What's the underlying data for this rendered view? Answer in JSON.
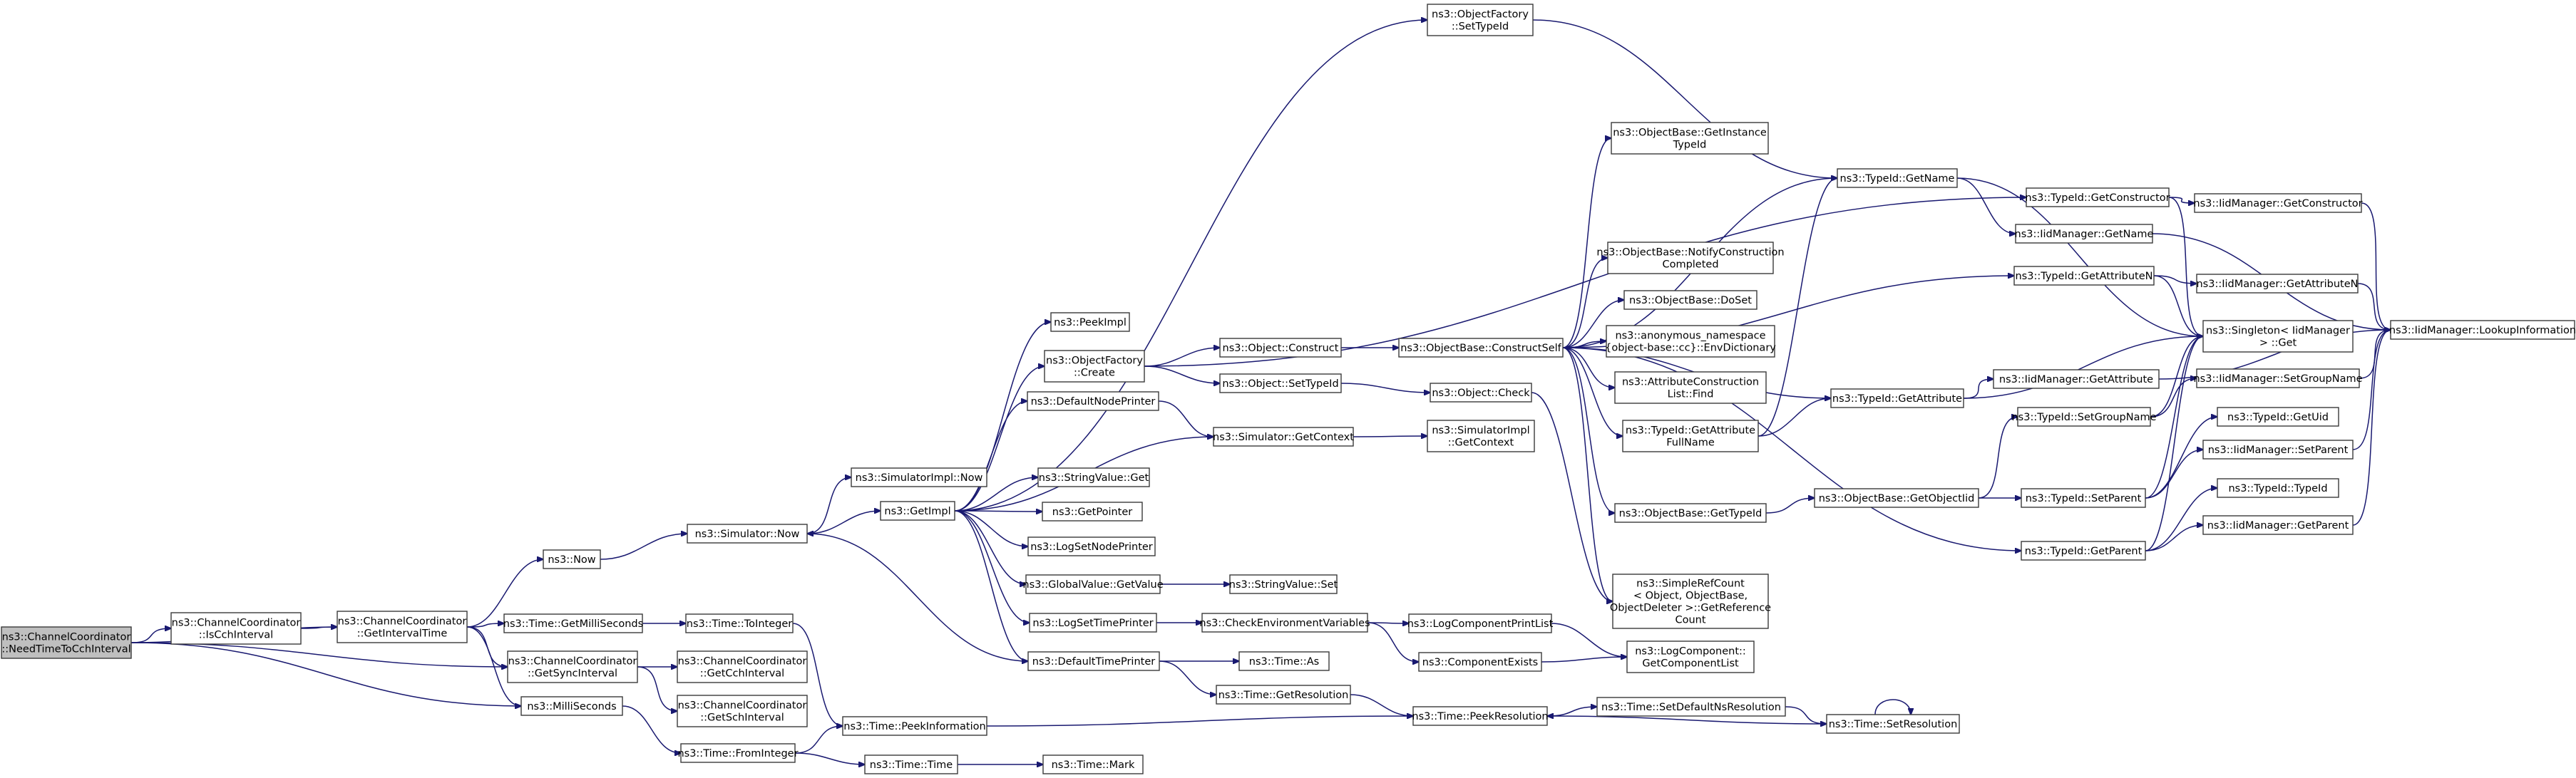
{
  "colors": {
    "edge": "#191970",
    "root_fill": "#bfbfbf",
    "node_fill": "#ffffff",
    "node_border": "#3a3a3a"
  },
  "nodes": [
    {
      "id": "n_need",
      "lines": [
        "ns3::ChannelCoordinator",
        "::NeedTimeToCchInterval"
      ],
      "root": true
    },
    {
      "id": "n_iscch",
      "lines": [
        "ns3::ChannelCoordinator",
        "::IsCchInterval"
      ]
    },
    {
      "id": "n_getinttime",
      "lines": [
        "ns3::ChannelCoordinator",
        "::GetIntervalTime"
      ]
    },
    {
      "id": "n_now",
      "lines": [
        "ns3::Now"
      ]
    },
    {
      "id": "n_timems",
      "lines": [
        "ns3::Time::GetMilliSeconds"
      ]
    },
    {
      "id": "n_getsync",
      "lines": [
        "ns3::ChannelCoordinator",
        "::GetSyncInterval"
      ]
    },
    {
      "id": "n_millisec",
      "lines": [
        "ns3::MilliSeconds"
      ]
    },
    {
      "id": "n_siminow",
      "lines": [
        "ns3::SimulatorImpl::Now"
      ]
    },
    {
      "id": "n_simnow",
      "lines": [
        "ns3::Simulator::Now"
      ]
    },
    {
      "id": "n_tointeger",
      "lines": [
        "ns3::Time::ToInteger"
      ]
    },
    {
      "id": "n_getcch",
      "lines": [
        "ns3::ChannelCoordinator",
        "::GetCchInterval"
      ]
    },
    {
      "id": "n_getsch",
      "lines": [
        "ns3::ChannelCoordinator",
        "::GetSchInterval"
      ]
    },
    {
      "id": "n_frominteger",
      "lines": [
        "ns3::Time::FromInteger"
      ]
    },
    {
      "id": "n_peekinfo",
      "lines": [
        "ns3::Time::PeekInformation"
      ]
    },
    {
      "id": "n_timetime",
      "lines": [
        "ns3::Time::Time"
      ]
    },
    {
      "id": "n_getimpl",
      "lines": [
        "ns3::GetImpl"
      ]
    },
    {
      "id": "n_peekimpl",
      "lines": [
        "ns3::PeekImpl"
      ]
    },
    {
      "id": "n_ofcreate",
      "lines": [
        "ns3::ObjectFactory",
        "::Create"
      ]
    },
    {
      "id": "n_defnodeprinter",
      "lines": [
        "ns3::DefaultNodePrinter"
      ]
    },
    {
      "id": "n_strvalget",
      "lines": [
        "ns3::StringValue::Get"
      ]
    },
    {
      "id": "n_getpointer",
      "lines": [
        "ns3::GetPointer"
      ]
    },
    {
      "id": "n_logsetnode",
      "lines": [
        "ns3::LogSetNodePrinter"
      ]
    },
    {
      "id": "n_gvgetvalue",
      "lines": [
        "ns3::GlobalValue::GetValue"
      ]
    },
    {
      "id": "n_logsettime",
      "lines": [
        "ns3::LogSetTimePrinter"
      ]
    },
    {
      "id": "n_deftimeprinter",
      "lines": [
        "ns3::DefaultTimePrinter"
      ]
    },
    {
      "id": "n_timemark",
      "lines": [
        "ns3::Time::Mark"
      ]
    },
    {
      "id": "n_ofsettypeid",
      "lines": [
        "ns3::ObjectFactory",
        "::SetTypeId"
      ]
    },
    {
      "id": "n_objconstruct",
      "lines": [
        "ns3::Object::Construct"
      ]
    },
    {
      "id": "n_objsettypeid",
      "lines": [
        "ns3::Object::SetTypeId"
      ]
    },
    {
      "id": "n_simgetctx",
      "lines": [
        "ns3::Simulator::GetContext"
      ]
    },
    {
      "id": "n_strvalset",
      "lines": [
        "ns3::StringValue::Set"
      ]
    },
    {
      "id": "n_checkenv",
      "lines": [
        "ns3::CheckEnvironmentVariables"
      ]
    },
    {
      "id": "n_timeas",
      "lines": [
        "ns3::Time::As"
      ]
    },
    {
      "id": "n_timegetres",
      "lines": [
        "ns3::Time::GetResolution"
      ]
    },
    {
      "id": "n_obconstructself",
      "lines": [
        "ns3::ObjectBase::ConstructSelf"
      ]
    },
    {
      "id": "n_objcheck",
      "lines": [
        "ns3::Object::Check"
      ]
    },
    {
      "id": "n_simigetctx",
      "lines": [
        "ns3::SimulatorImpl",
        "::GetContext"
      ]
    },
    {
      "id": "n_logcompprint",
      "lines": [
        "ns3::LogComponentPrintList"
      ]
    },
    {
      "id": "n_compexists",
      "lines": [
        "ns3::ComponentExists"
      ]
    },
    {
      "id": "n_peekres",
      "lines": [
        "ns3::Time::PeekResolution"
      ]
    },
    {
      "id": "n_obgetinst",
      "lines": [
        "ns3::ObjectBase::GetInstance",
        "TypeId"
      ]
    },
    {
      "id": "n_obnotify",
      "lines": [
        "ns3::ObjectBase::NotifyConstruction",
        "Completed"
      ]
    },
    {
      "id": "n_obdoset",
      "lines": [
        "ns3::ObjectBase::DoSet"
      ]
    },
    {
      "id": "n_anonenv",
      "lines": [
        "ns3::anonymous_namespace",
        "{object-base::cc}::EnvDictionary"
      ]
    },
    {
      "id": "n_attrfind",
      "lines": [
        "ns3::AttributeConstruction",
        "List::Find"
      ]
    },
    {
      "id": "n_tidgetattrfull",
      "lines": [
        "ns3::TypeId::GetAttribute",
        "FullName"
      ]
    },
    {
      "id": "n_obgettypeid",
      "lines": [
        "ns3::ObjectBase::GetTypeId"
      ]
    },
    {
      "id": "n_simplerefcount",
      "lines": [
        "ns3::SimpleRefCount",
        "< Object, ObjectBase,",
        "ObjectDeleter >::GetReference",
        "Count"
      ]
    },
    {
      "id": "n_logcompgetlist",
      "lines": [
        "ns3::LogComponent::",
        "GetComponentList"
      ]
    },
    {
      "id": "n_setdefnsres",
      "lines": [
        "ns3::Time::SetDefaultNsResolution"
      ]
    },
    {
      "id": "n_tidgetname",
      "lines": [
        "ns3::TypeId::GetName"
      ]
    },
    {
      "id": "n_tidgetattr",
      "lines": [
        "ns3::TypeId::GetAttribute"
      ]
    },
    {
      "id": "n_obgetobjtid",
      "lines": [
        "ns3::ObjectBase::GetObjectIid"
      ]
    },
    {
      "id": "n_setres",
      "lines": [
        "ns3::Time::SetResolution"
      ]
    },
    {
      "id": "n_tidgetctor",
      "lines": [
        "ns3::TypeId::GetConstructor"
      ]
    },
    {
      "id": "n_iidmgetname",
      "lines": [
        "ns3::IidManager::GetName"
      ]
    },
    {
      "id": "n_tidgetattrn",
      "lines": [
        "ns3::TypeId::GetAttributeN"
      ]
    },
    {
      "id": "n_tidsetgroup",
      "lines": [
        "ns3::TypeId::SetGroupName"
      ]
    },
    {
      "id": "n_tidsetparent",
      "lines": [
        "ns3::TypeId::SetParent"
      ]
    },
    {
      "id": "n_tidgetparent",
      "lines": [
        "ns3::TypeId::GetParent"
      ]
    },
    {
      "id": "n_iidmgetctor",
      "lines": [
        "ns3::IidManager::GetConstructor"
      ]
    },
    {
      "id": "n_iidmgetattrn",
      "lines": [
        "ns3::IidManager::GetAttributeN"
      ]
    },
    {
      "id": "n_singleton",
      "lines": [
        "ns3::Singleton< IidManager",
        "> ::Get"
      ]
    },
    {
      "id": "n_iidmgetattr",
      "lines": [
        "ns3::IidManager::GetAttribute"
      ]
    },
    {
      "id": "n_iidmsetgroup",
      "lines": [
        "ns3::IidManager::SetGroupName"
      ]
    },
    {
      "id": "n_tidgetuid",
      "lines": [
        "ns3::TypeId::GetUid"
      ]
    },
    {
      "id": "n_iidmsetparent",
      "lines": [
        "ns3::IidManager::SetParent"
      ]
    },
    {
      "id": "n_tidtypeid",
      "lines": [
        "ns3::TypeId::TypeId"
      ]
    },
    {
      "id": "n_iidmgetparent",
      "lines": [
        "ns3::IidManager::GetParent"
      ]
    },
    {
      "id": "n_iidmlookup",
      "lines": [
        "ns3::IidManager::LookupInformation"
      ]
    }
  ]
}
